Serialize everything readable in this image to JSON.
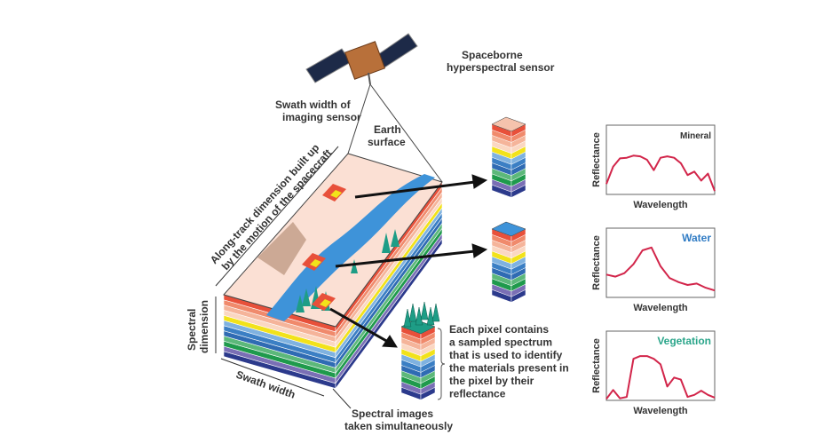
{
  "labels": {
    "sensor": [
      "Spaceborne",
      "hyperspectral sensor"
    ],
    "swath_sensor": [
      "Swath width of",
      "imaging sensor"
    ],
    "earth": [
      "Earth",
      "surface"
    ],
    "along_track": [
      "Along-track dimension built up",
      "by the motion of the spacecraft"
    ],
    "spectral_dim": [
      "Spectral",
      "dimension"
    ],
    "swath_width": "Swath width",
    "spectral_images": [
      "Spectral  images",
      "taken simultaneously"
    ],
    "pixel_note": [
      "Each pixel contains",
      "a sampled spectrum",
      "that is used to identify",
      "the materials present in",
      "the pixel by their",
      "reflectance"
    ]
  },
  "layer_colors": [
    "#e8503a",
    "#f08a6c",
    "#f5b49a",
    "#fbd7c2",
    "#f2e21a",
    "#7fb2e0",
    "#3b7fc4",
    "#2f6bb3",
    "#5cb87a",
    "#1f9a4c",
    "#7a6fb5",
    "#2c3a8c"
  ],
  "chart_data": [
    {
      "type": "line",
      "title": "Mineral",
      "title_color": "#333333",
      "xlabel": "Wavelength",
      "ylabel": "Reflectance",
      "y": [
        0.15,
        0.4,
        0.52,
        0.53,
        0.56,
        0.55,
        0.5,
        0.35,
        0.53,
        0.55,
        0.53,
        0.45,
        0.28,
        0.33,
        0.2,
        0.3,
        0.05
      ]
    },
    {
      "type": "line",
      "title": "Water",
      "title_color": "#2f7bc4",
      "xlabel": "Wavelength",
      "ylabel": "Reflectance",
      "y": [
        0.33,
        0.3,
        0.35,
        0.48,
        0.68,
        0.72,
        0.45,
        0.28,
        0.22,
        0.18,
        0.2,
        0.14,
        0.1
      ]
    },
    {
      "type": "line",
      "title": "Vegetation",
      "title_color": "#2aa58a",
      "xlabel": "Wavelength",
      "ylabel": "Reflectance",
      "y": [
        0.02,
        0.15,
        0.03,
        0.05,
        0.6,
        0.64,
        0.64,
        0.6,
        0.52,
        0.2,
        0.33,
        0.3,
        0.05,
        0.08,
        0.14,
        0.08,
        0.04
      ]
    }
  ]
}
